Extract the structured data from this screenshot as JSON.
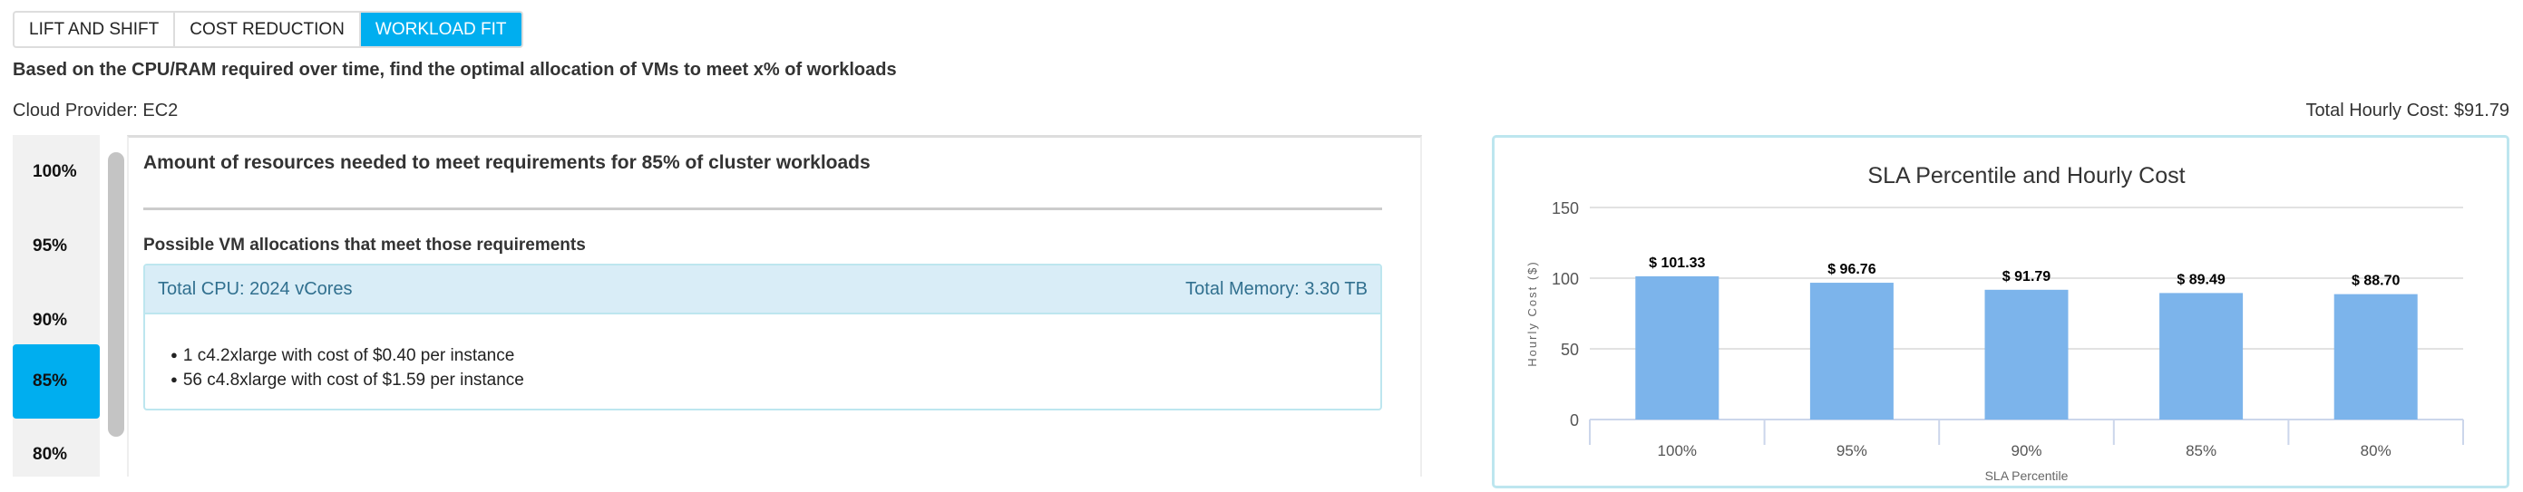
{
  "tabs": [
    {
      "label": "LIFT AND SHIFT"
    },
    {
      "label": "COST REDUCTION"
    },
    {
      "label": "WORKLOAD FIT"
    }
  ],
  "description": "Based on the CPU/RAM required over time, find the optimal allocation of VMs to meet x% of workloads",
  "cloud_provider": "Cloud Provider: EC2",
  "total_hourly_cost": "Total Hourly Cost: $91.79",
  "percentiles": [
    {
      "label": "100%"
    },
    {
      "label": "95%"
    },
    {
      "label": "90%"
    },
    {
      "label": "85%"
    },
    {
      "label": "80%"
    }
  ],
  "selected_percentile": "85%",
  "main": {
    "heading": "Amount of resources needed to meet requirements for 85% of cluster workloads",
    "subheading": "Possible VM allocations that meet those requirements",
    "total_cpu": "Total CPU: 2024 vCores",
    "total_memory": "Total Memory: 3.30 TB",
    "allocations": [
      "1 c4.2xlarge with cost of $0.40 per instance",
      "56 c4.8xlarge with cost of $1.59 per instance"
    ]
  },
  "colors": {
    "accent": "#00aeef",
    "bar": "#7cb4eb"
  },
  "chart_data": {
    "type": "bar",
    "title": "SLA Percentile and Hourly Cost",
    "xlabel": "SLA Percentile",
    "ylabel": "Hourly Cost ($)",
    "categories": [
      "100%",
      "95%",
      "90%",
      "85%",
      "80%"
    ],
    "values": [
      101.33,
      96.76,
      91.79,
      89.49,
      88.7
    ],
    "data_labels": [
      "$ 101.33",
      "$ 96.76",
      "$ 91.79",
      "$ 89.49",
      "$ 88.70"
    ],
    "yticks": [
      0,
      50,
      100,
      150
    ],
    "ylim": [
      0,
      150
    ],
    "grid": true
  }
}
